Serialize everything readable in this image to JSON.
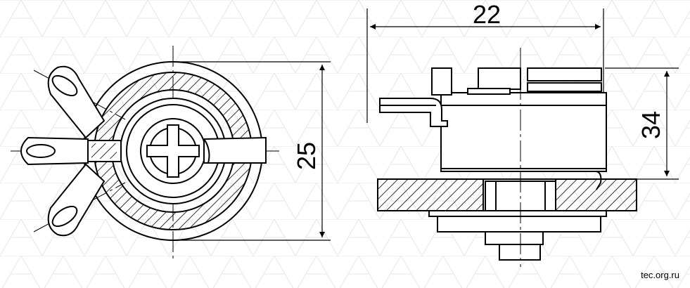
{
  "dimensions": {
    "width_top": "22",
    "height_right": "34",
    "diameter_left": "25"
  },
  "watermark": "tec.org.ru",
  "colors": {
    "line": "#000000",
    "background": "#ffffff",
    "pattern": "#e6e6e6"
  }
}
